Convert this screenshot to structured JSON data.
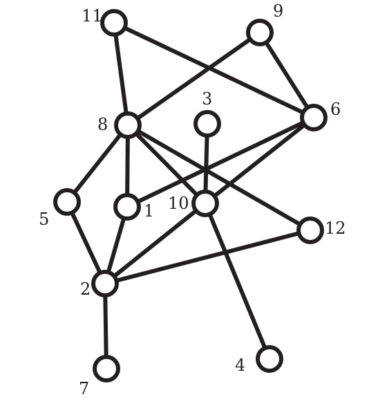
{
  "graph": {
    "nodes": [
      {
        "id": "1",
        "label": "1"
      },
      {
        "id": "2",
        "label": "2"
      },
      {
        "id": "3",
        "label": "3"
      },
      {
        "id": "4",
        "label": "4"
      },
      {
        "id": "5",
        "label": "5"
      },
      {
        "id": "6",
        "label": "6"
      },
      {
        "id": "7",
        "label": "7"
      },
      {
        "id": "8",
        "label": "8"
      },
      {
        "id": "9",
        "label": "9"
      },
      {
        "id": "10",
        "label": "10"
      },
      {
        "id": "11",
        "label": "11"
      },
      {
        "id": "12",
        "label": "12"
      }
    ],
    "edges": [
      [
        "11",
        "8"
      ],
      [
        "11",
        "6"
      ],
      [
        "9",
        "8"
      ],
      [
        "9",
        "6"
      ],
      [
        "8",
        "5"
      ],
      [
        "8",
        "1"
      ],
      [
        "8",
        "10"
      ],
      [
        "8",
        "12"
      ],
      [
        "3",
        "10"
      ],
      [
        "6",
        "1"
      ],
      [
        "6",
        "10"
      ],
      [
        "5",
        "2"
      ],
      [
        "1",
        "2"
      ],
      [
        "10",
        "2"
      ],
      [
        "10",
        "4"
      ],
      [
        "12",
        "2"
      ],
      [
        "2",
        "7"
      ]
    ],
    "colors": {
      "stroke": "#231f20",
      "fill": "#ffffff"
    }
  }
}
